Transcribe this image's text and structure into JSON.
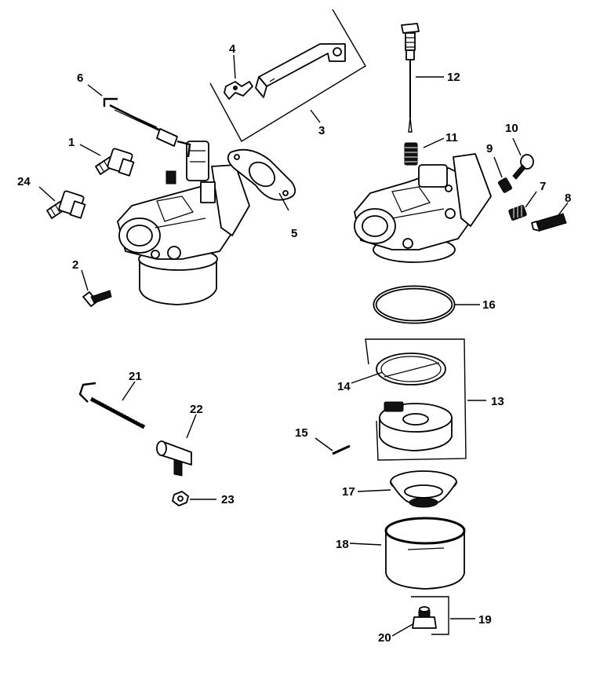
{
  "diagram": {
    "callouts": {
      "c1": "1",
      "c2": "2",
      "c3": "3",
      "c4": "4",
      "c5": "5",
      "c6": "6",
      "c7": "7",
      "c8": "8",
      "c9": "9",
      "c10": "10",
      "c11": "11",
      "c12": "12",
      "c13": "13",
      "c14": "14",
      "c15": "15",
      "c16": "16",
      "c17": "17",
      "c18": "18",
      "c19": "19",
      "c20": "20",
      "c21": "21",
      "c22": "22",
      "c23": "23",
      "c24": "24"
    },
    "colors": {
      "ink": "#000000",
      "paper": "#ffffff"
    }
  }
}
